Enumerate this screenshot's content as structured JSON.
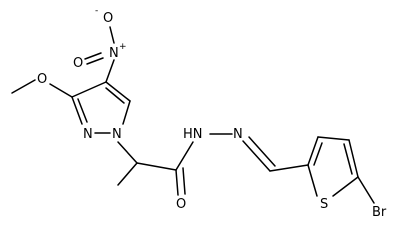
{
  "molecule": {
    "atoms": {
      "nitro_o_top": "O",
      "nitro_o_top_charge": "-",
      "nitro_n": "N",
      "nitro_n_charge": "+",
      "nitro_o_left": "O",
      "methoxy_o": "O",
      "pyrazole_n2": "N",
      "pyrazole_n1": "N",
      "hydrazide_nh": "HN",
      "hydrazone_n": "N",
      "carbonyl_o": "O",
      "thiophene_s": "S",
      "bromine": "Br"
    }
  }
}
